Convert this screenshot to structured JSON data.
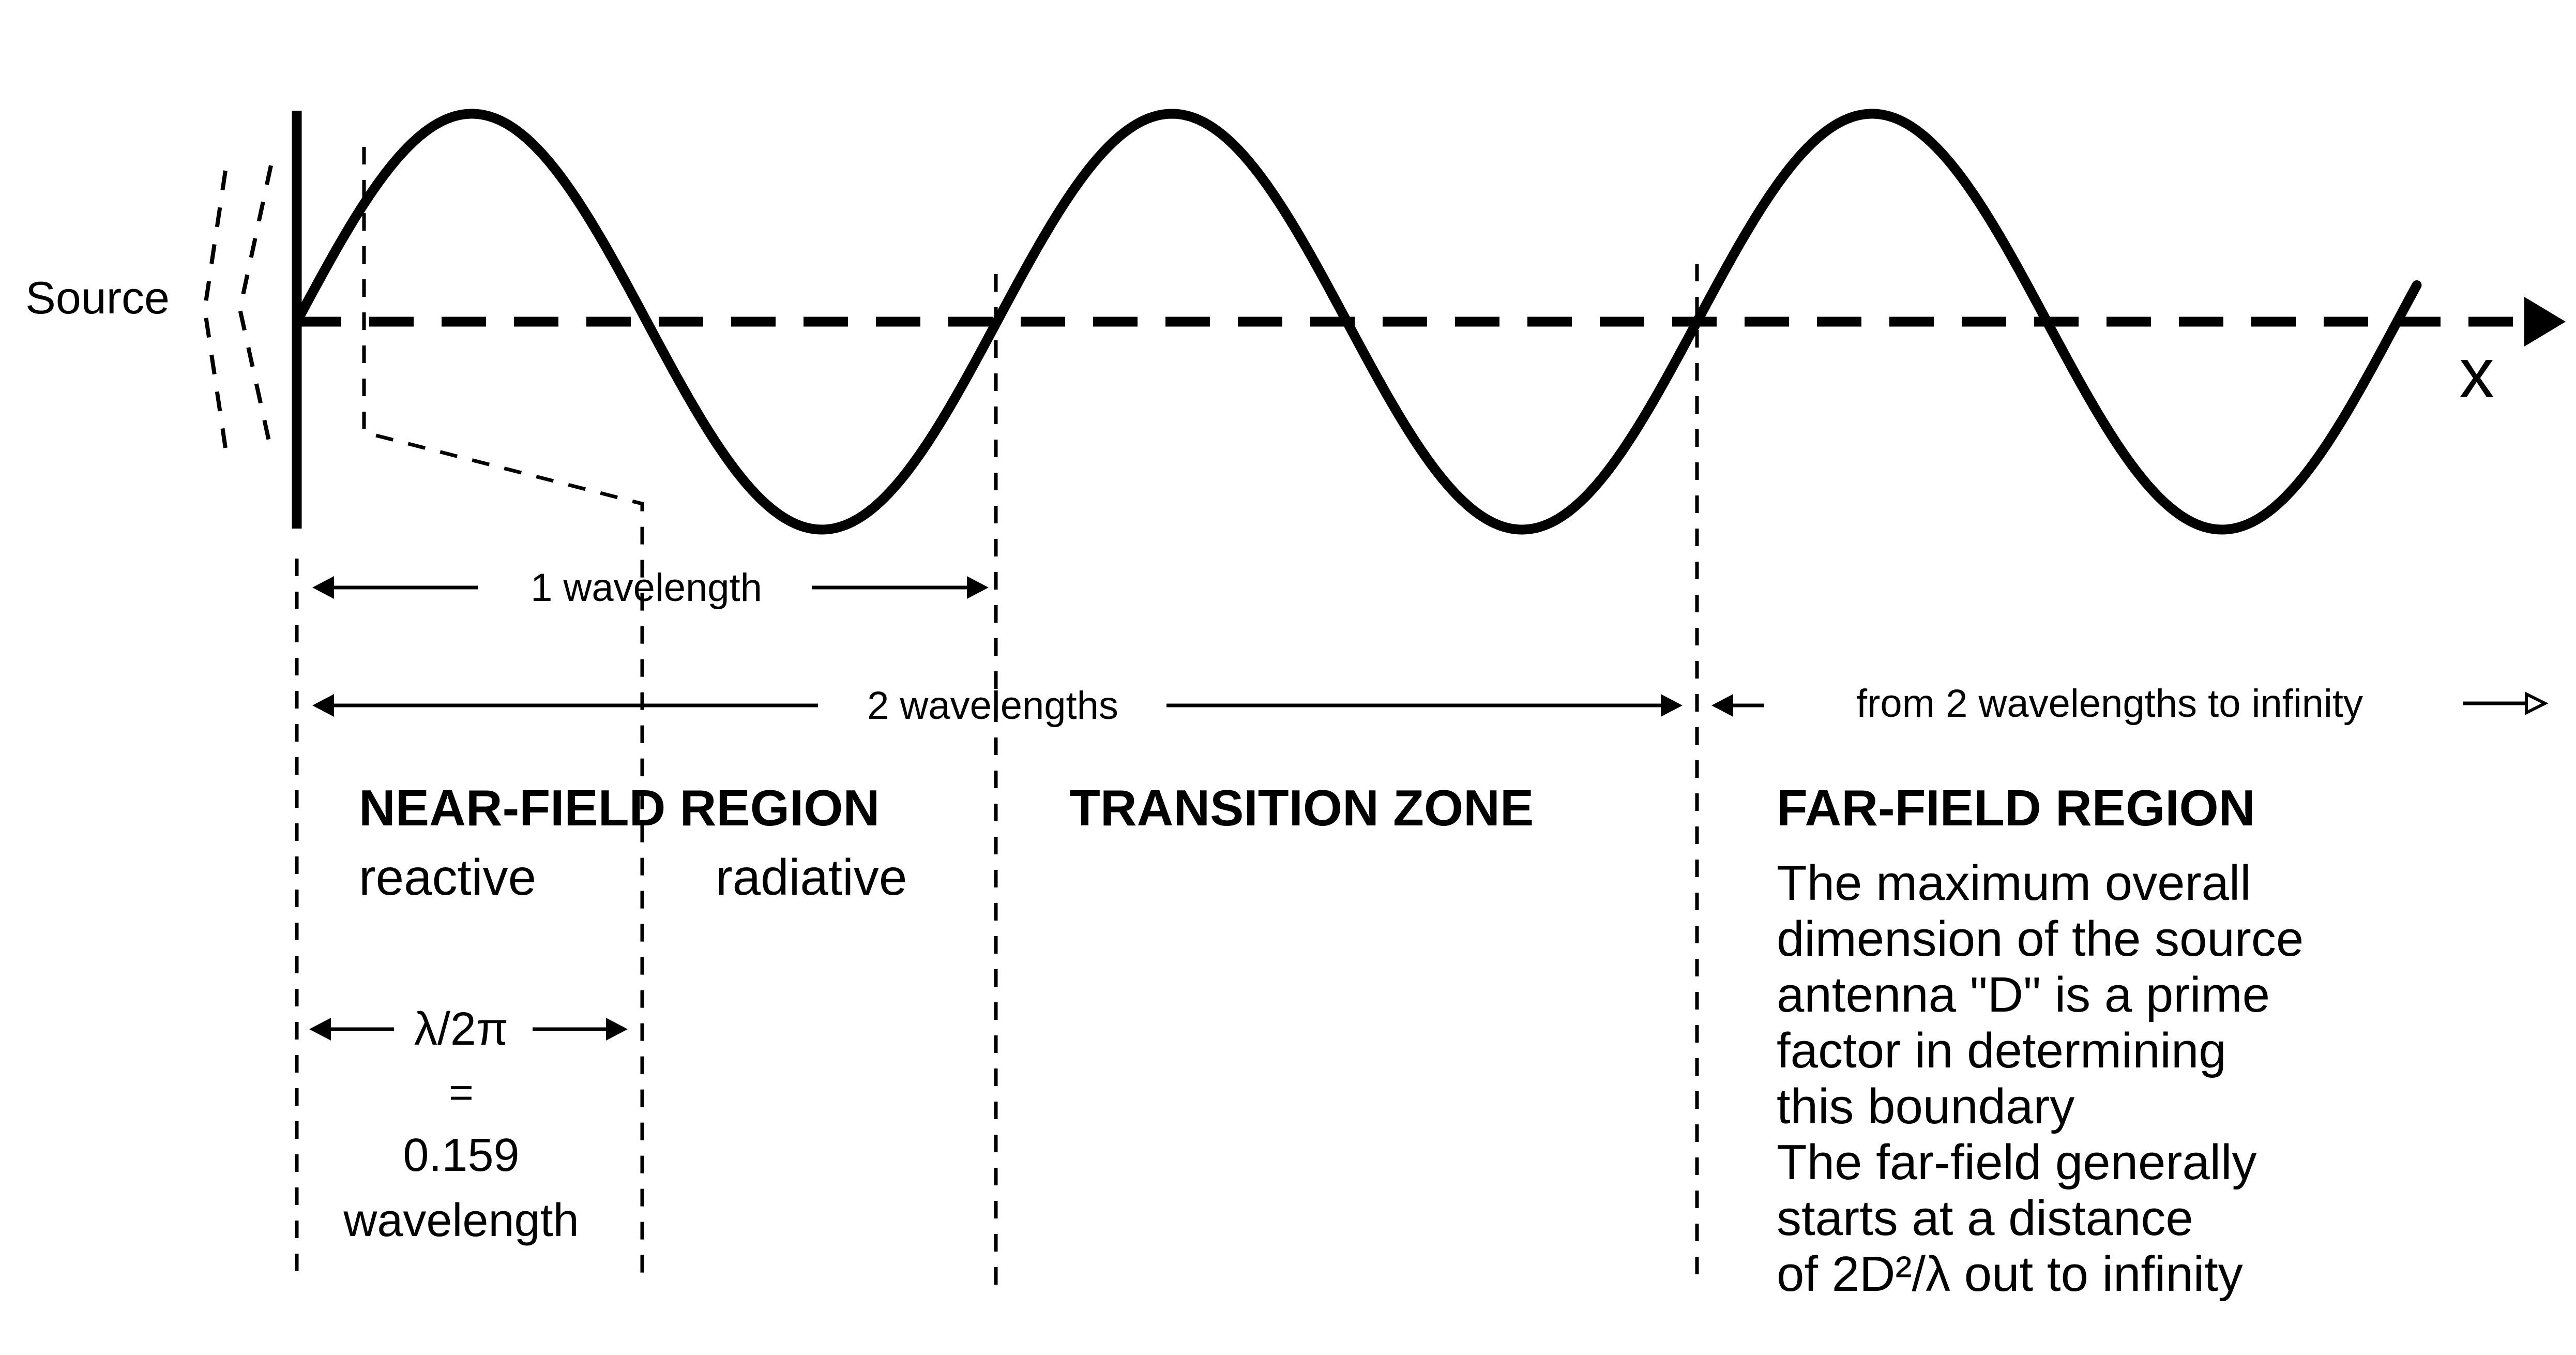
{
  "diagram": {
    "source_label": "Source",
    "axis_label": "x",
    "wavelength_1": "1 wavelength",
    "wavelength_2": "2 wavelengths",
    "wavelength_far": "from 2 wavelengths to infinity",
    "near_field": {
      "title": "NEAR-FIELD REGION",
      "reactive": "reactive",
      "radiative": "radiative",
      "lambda_expr": "λ/2π",
      "equals": "=",
      "value": "0.159",
      "unit": "wavelength"
    },
    "transition": {
      "title": "TRANSITION ZONE"
    },
    "far_field": {
      "title": "FAR-FIELD REGION",
      "description": [
        "The maximum overall",
        "dimension of the source",
        "antenna \"D\" is a prime",
        "factor in determining",
        "this boundary",
        "The far-field generally",
        "starts at a distance",
        "of 2D²/λ out to infinity"
      ]
    },
    "colors": {
      "ink": "#000000",
      "background": "#ffffff"
    }
  }
}
